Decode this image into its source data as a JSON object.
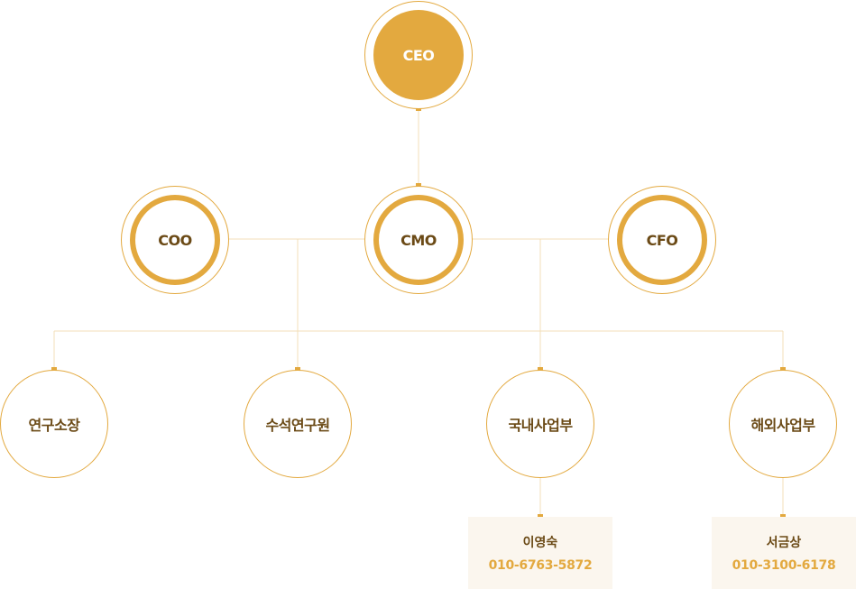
{
  "colors": {
    "accent": "#e3a93f",
    "line": "#f3dfb8",
    "dark_text": "#6b4a16",
    "contact_bg": "#fbf6ee"
  },
  "executives": {
    "ceo": "CEO",
    "coo": "COO",
    "cmo": "CMO",
    "cfo": "CFO"
  },
  "departments": {
    "research_director": "연구소장",
    "chief_researcher": "수석연구원",
    "domestic_business": "국내사업부",
    "overseas_business": "해외사업부"
  },
  "contacts": {
    "domestic": {
      "name": "이영숙",
      "phone": "010-6763-5872"
    },
    "overseas": {
      "name": "서금상",
      "phone": "010-3100-6178"
    }
  }
}
